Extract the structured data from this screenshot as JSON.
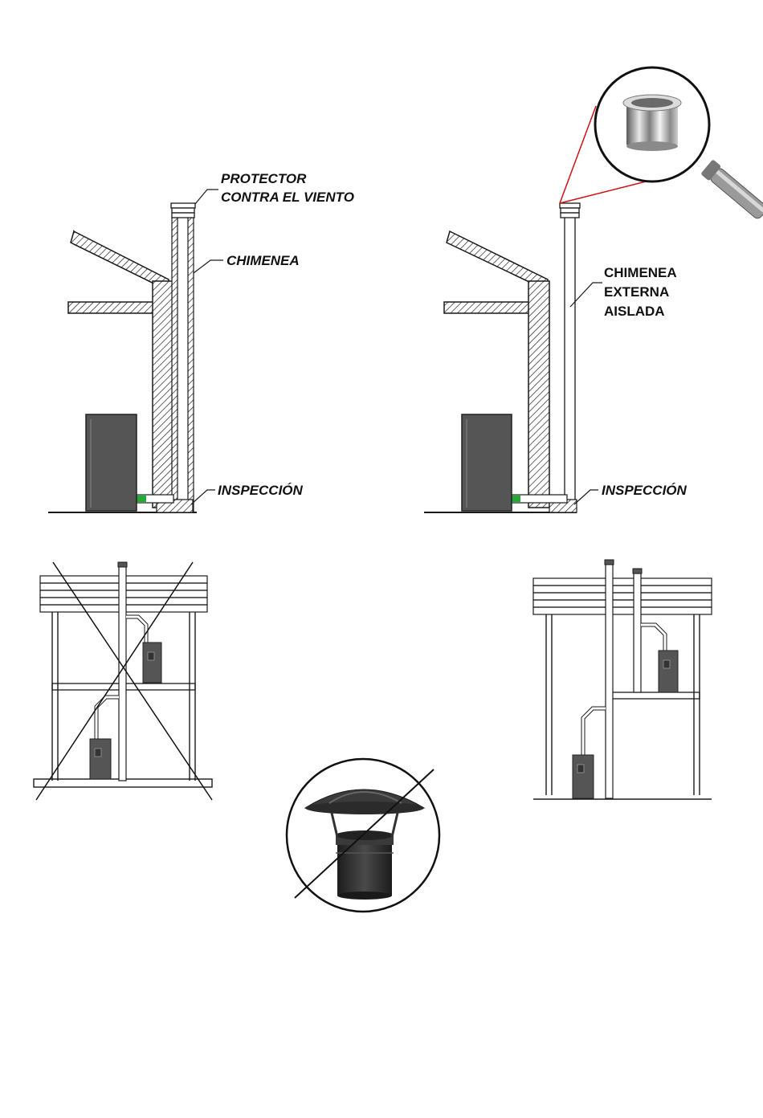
{
  "panel_internal": {
    "label_wind_line1": "PROTECTOR",
    "label_wind_line2": "CONTRA EL VIENTO",
    "label_chimney": "CHIMENEA",
    "label_inspection": "INSPECCIÓN"
  },
  "panel_external": {
    "label_chimney_line1": "CHIMENEA",
    "label_chimney_line2": "EXTERNA",
    "label_chimney_line3": "AISLADA",
    "label_inspection": "INSPECCIÓN"
  },
  "colors": {
    "line": "#1a1a1a",
    "stove": "#555555",
    "connector_green": "#22aa33",
    "zoom_red": "#cc1111",
    "cap_dark": "#2b2b2b"
  }
}
